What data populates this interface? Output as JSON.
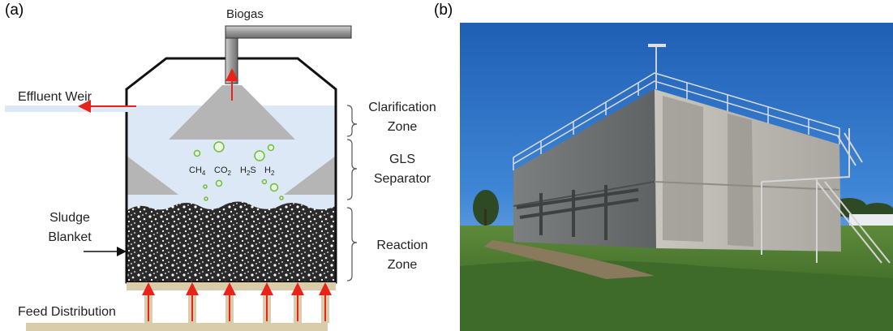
{
  "panel_a": {
    "label": "(a)",
    "labels": {
      "biogas": "Biogas",
      "effluent_weir": "Effluent Weir",
      "clarification_zone_line1": "Clarification",
      "clarification_zone_line2": "Zone",
      "gls_line1": "GLS",
      "gls_line2": "Separator",
      "sludge_line1": "Sludge",
      "sludge_line2": "Blanket",
      "reaction_line1": "Reaction",
      "reaction_line2": "Zone",
      "feed_distribution": "Feed Distribution"
    },
    "gases": {
      "ch4": "CH",
      "ch4_sub": "4",
      "co2": "CO",
      "co2_sub": "2",
      "h2s": "H",
      "h2s_sub": "2",
      "h2s_tail": "S",
      "h2": "H",
      "h2_sub": "2"
    },
    "colors": {
      "liquid": "#dce8f5",
      "baffle": "#b5b5b5",
      "arrow": "#e8231a",
      "bubble": "#6bbf3b",
      "feed_pipe": "#d8ccaa",
      "sludge": "#222222"
    }
  },
  "panel_b": {
    "label": "(b)"
  }
}
